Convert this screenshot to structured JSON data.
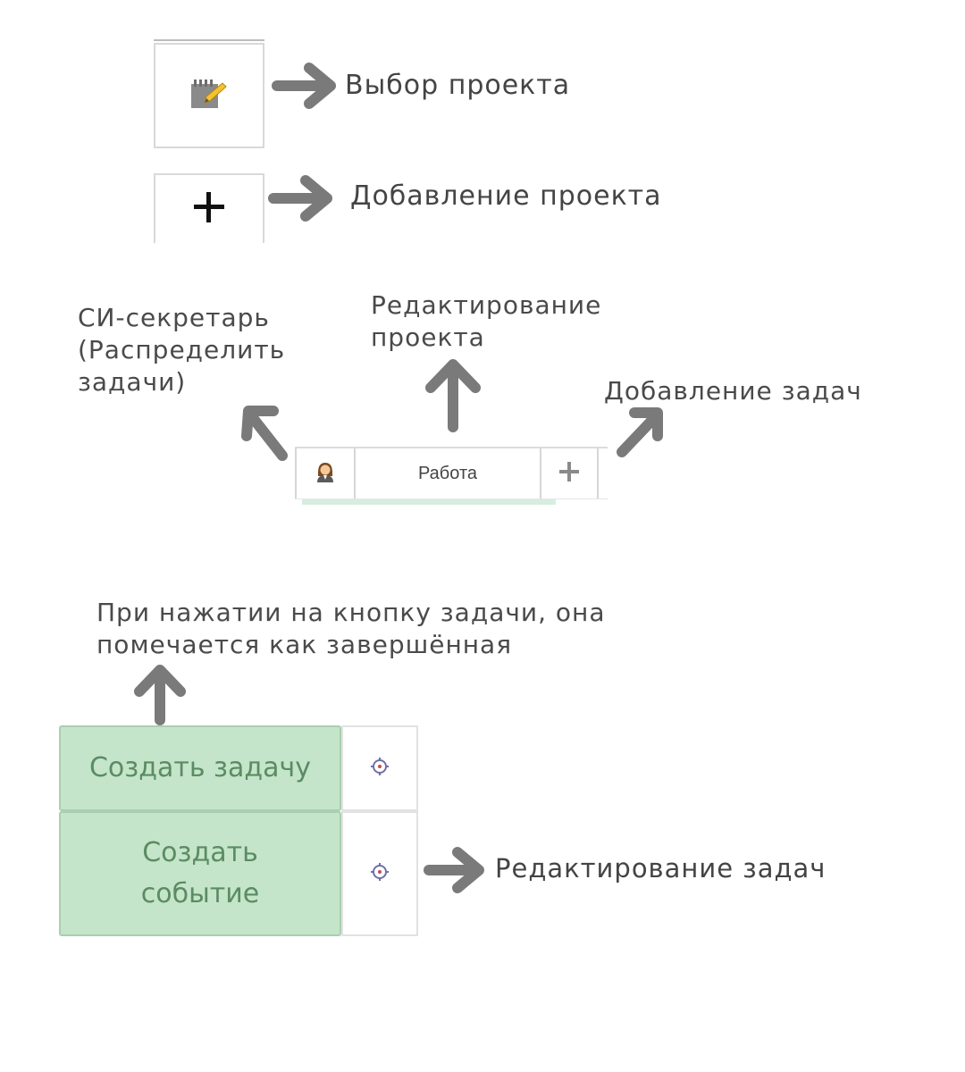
{
  "annotations": {
    "select_project": "Выбор проекта",
    "add_project": "Добавление проекта",
    "ai_secretary_line1": "СИ-секретарь",
    "ai_secretary_line2": "(Распределить",
    "ai_secretary_line3": "задачи)",
    "edit_project_line1": "Редактирование",
    "edit_project_line2": "проекта",
    "add_tasks": "Добавление задач",
    "task_click_line1": "При нажатии на кнопку задачи, она",
    "task_click_line2": "помечается как завершённая",
    "edit_tasks": "Редактирование задач"
  },
  "project_bar": {
    "title": "Работа"
  },
  "tasks": [
    {
      "label": "Создать задачу"
    },
    {
      "label_line1": "Создать",
      "label_line2": "событие"
    }
  ],
  "icons": {
    "select_project": "notepad-pencil-icon",
    "add_project": "plus-icon",
    "ai_secretary": "secretary-person-icon",
    "add_task": "plus-icon",
    "task_settings": "gear-icon"
  },
  "colors": {
    "task_bg": "#c4e5c9",
    "task_text": "#5b8b63",
    "arrow": "#7a7a7a",
    "annotation_text": "#444444"
  }
}
